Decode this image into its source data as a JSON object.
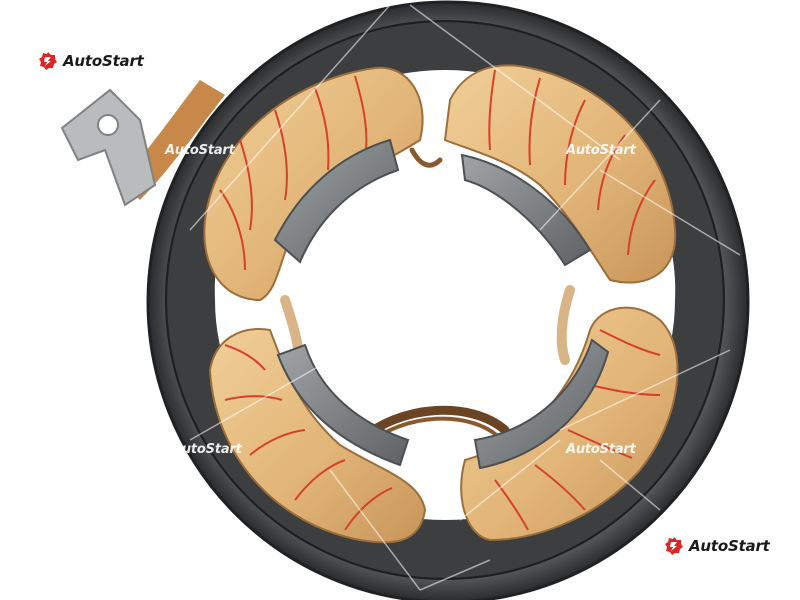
{
  "brand": {
    "name": "AutoStart",
    "accent_color": "#e02424",
    "icon": "autostart-gear-icon"
  },
  "watermarks": [
    "AutoStart",
    "AutoStart",
    "AutoStart",
    "AutoStart"
  ],
  "colors": {
    "housing": "#3a3c3e",
    "coil_wrap": "#e4bd83",
    "coil_thread": "#d8402a",
    "pole_shoe": "#7e8284"
  }
}
